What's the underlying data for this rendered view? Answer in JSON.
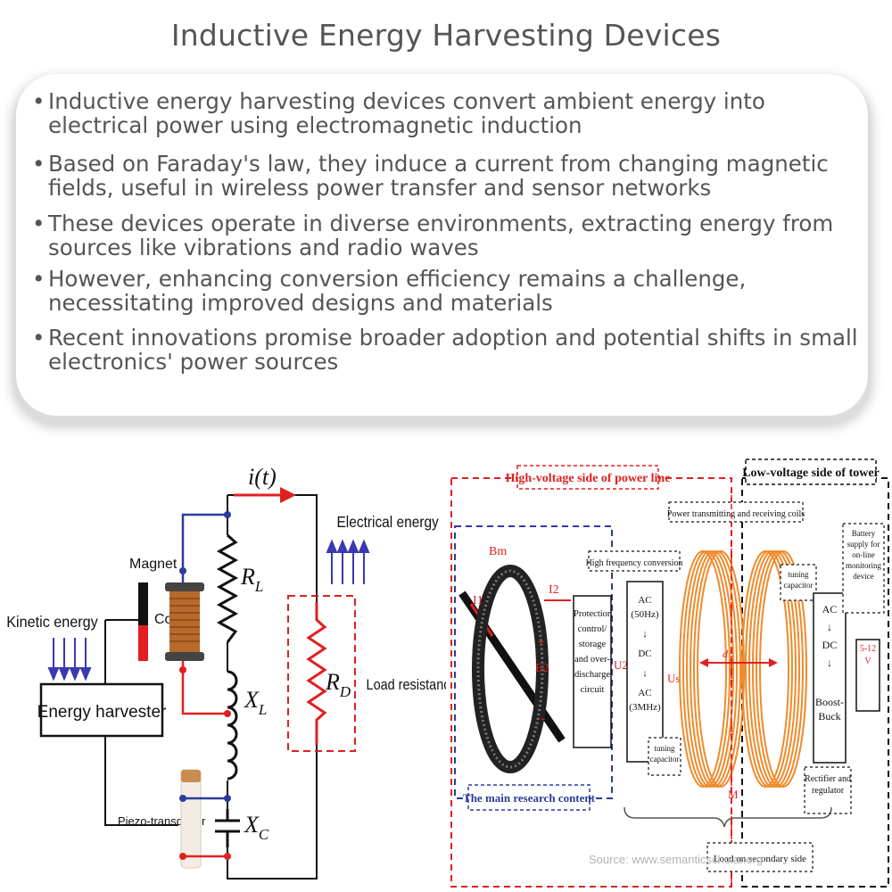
{
  "title": "Inductive Energy Harvesting Devices",
  "bullets": [
    "Inductive energy harvesting devices convert ambient energy into electrical power using electromagnetic induction",
    "Based on Faraday's law, they induce a current from changing magnetic fields, useful in wireless power transfer and sensor networks",
    "These devices operate in diverse environments, extracting energy from sources like vibrations and radio waves",
    "However, enhancing conversion efficiency remains a challenge, necessitating improved designs and materials",
    "Recent innovations promise broader adoption and potential shifts in small electronics' power sources"
  ],
  "left_diagram": {
    "current": "i(t)",
    "electrical_energy": "Electrical energy",
    "magnet": "Magnet",
    "coil": "Coil",
    "kinetic_energy": "Kinetic energy",
    "energy_harvester": "Energy harvester",
    "piezo": "Piezo-transducer",
    "rl": "R",
    "rl_sub": "L",
    "xl": "X",
    "xl_sub": "L",
    "xc": "X",
    "xc_sub": "C",
    "rd": "R",
    "rd_sub": "D",
    "load_resistance": "Load resistance"
  },
  "right_diagram": {
    "hv_side": "High-voltage side of power line",
    "lv_side": "Low-voltage side of tower",
    "power_coils": "Power transmitting and receiving coils",
    "hf_conversion": "High frequency conversion",
    "tuning_cap_right": "tuning capacitor",
    "battery": "Battery supply for on-line monitoring device",
    "protection": "Protection control/ storage and over-discharge circuit",
    "ac50": "AC (50Hz)",
    "dc_mid": "DC",
    "ac_mid": "AC (3MHz)",
    "ac_right": "AC",
    "dc_right": "DC",
    "boost_buck": "Boost-Buck",
    "volt": "5-12 V",
    "tuning_cap_left": "tuning capacitor",
    "rectifier": "Rectifier and regulator",
    "main_research": "The main research content",
    "load_secondary": "Load on secondary side",
    "source": "Source: www.semanticscholar.org",
    "bm": "Bm",
    "i1": "I1",
    "i2": "I2",
    "e2": "E2",
    "u2": "U2",
    "us": "Us",
    "m": "M",
    "d": "d"
  }
}
